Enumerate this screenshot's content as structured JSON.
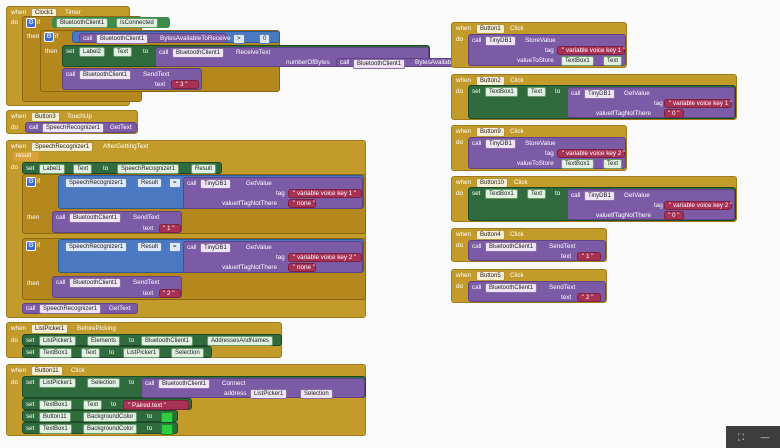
{
  "blocks": {
    "timer": {
      "when": "when",
      "component": "Clock1",
      "event": "Timer",
      "do": "do",
      "if1": "if",
      "call1": "call",
      "bt1": "BluetoothClient1",
      "isconnected": "IsConnected",
      "then1": "then",
      "if2": "if",
      "call2": "call",
      "bt2": "BluetoothClient1",
      "bytesavail": "BytesAvailableToReceive",
      "gt": ">",
      "zero": "0",
      "then2": "then",
      "set": "set",
      "label2": "Label2",
      "textprop": "Text",
      "to": "to",
      "call3": "call",
      "bt3": "BluetoothClient1",
      "receivetext": "ReceiveText",
      "numberofbytes": "numberOfBytes",
      "call4": "call",
      "bt4": "BluetoothClient1",
      "bytesavail2": "BytesAvailableToReceive",
      "call5": "call",
      "bt5": "BluetoothClient1",
      "sendtext": "SendText",
      "text": "text",
      "q3": "3"
    },
    "button3": {
      "when": "when",
      "component": "Button3",
      "event": "TouchUp",
      "do": "do",
      "call": "call",
      "sr": "SpeechRecognizer1",
      "gettext": "GetText"
    },
    "speech": {
      "when": "when",
      "component": "SpeechRecognizer1",
      "event": "AfterGettingText",
      "result": "result",
      "do": "do",
      "set": "set",
      "label1": "Label1",
      "textprop": "Text",
      "to": "to",
      "sr": "SpeechRecognizer1",
      "resultprop": "Result",
      "if1": "if",
      "sr1": "SpeechRecognizer1",
      "result1": "Result",
      "eq1": "=",
      "call1": "call",
      "tiny1": "TinyDB1",
      "getvalue1": "GetValue",
      "tag1": "tag",
      "tagval1": "variable voice key 1",
      "notthere1": "valueIfTagNotThere",
      "none1": "none",
      "then1": "then",
      "call2": "call",
      "bt1": "BluetoothClient1",
      "sendtext1": "SendText",
      "text1": "text",
      "q1": "1",
      "if2": "if",
      "sr2": "SpeechRecognizer1",
      "result2": "Result",
      "eq2": "=",
      "call3": "call",
      "tiny2": "TinyDB1",
      "getvalue2": "GetValue",
      "tag2": "tag",
      "tagval2": "variable voice key 2",
      "notthere2": "valueIfTagNotThere",
      "none2": "none",
      "then2": "then",
      "call4": "call",
      "bt2": "BluetoothClient1",
      "sendtext2": "SendText",
      "text2": "text",
      "q2": "2",
      "call5": "call",
      "sr5": "SpeechRecognizer1",
      "gettext": "GetText"
    },
    "listpicker": {
      "when": "when",
      "component": "ListPicker1",
      "event": "BeforePicking",
      "do": "do",
      "set1": "set",
      "lp1": "ListPicker1",
      "elements": "Elements",
      "to1": "to",
      "bt": "BluetoothClient1",
      "addr": "AddressesAndNames",
      "set2": "set",
      "tb1": "TextBox1",
      "textprop": "Text",
      "to2": "to",
      "lp2": "ListPicker1",
      "selection": "Selection"
    },
    "button11": {
      "when": "when",
      "component": "Button11",
      "event": "Click",
      "do": "do",
      "set1": "set",
      "lp": "ListPicker1",
      "selection1": "Selection",
      "to1": "to",
      "call": "call",
      "bt": "BluetoothClient1",
      "connect": "Connect",
      "address": "address",
      "lp2": "ListPicker1",
      "selection2": "Selection",
      "set2": "set",
      "textbox": "TextBox1",
      "textprop": "Text",
      "to2": "to",
      "paired": "Paired.text",
      "set3": "set",
      "btn": "Button11",
      "bg1": "BackgroundColor",
      "to3": "to",
      "set4": "set",
      "textbox2": "TextBox1",
      "bg2": "BackgroundColor",
      "to4": "to"
    },
    "button1": {
      "when": "when",
      "component": "Button1",
      "event": "Click",
      "do": "do",
      "call": "call",
      "tiny": "TinyDB1",
      "store": "StoreValue",
      "tag": "tag",
      "tagval": "variable voice key 1",
      "valuetostore": "valueToStore",
      "tb": "TextBox1",
      "textprop": "Text"
    },
    "button2": {
      "when": "when",
      "component": "Button2",
      "event": "Click",
      "do": "do",
      "set": "set",
      "tb": "TextBox1",
      "textprop": "Text",
      "to": "to",
      "call": "call",
      "tiny": "TinyDB1",
      "getvalue": "GetValue",
      "tag": "tag",
      "tagval": "variable voice key 1",
      "notthere": "valueIfTagNotThere",
      "zero": "0"
    },
    "button9": {
      "when": "when",
      "component": "Button9",
      "event": "Click",
      "do": "do",
      "call": "call",
      "tiny": "TinyDB1",
      "store": "StoreValue",
      "tag": "tag",
      "tagval": "variable voice key 2",
      "valuetostore": "valueToStore",
      "tb": "TextBox1",
      "textprop": "Text"
    },
    "button10": {
      "when": "when",
      "component": "Button10",
      "event": "Click",
      "do": "do",
      "set": "set",
      "tb": "TextBox1",
      "textprop": "Text",
      "to": "to",
      "call": "call",
      "tiny": "TinyDB1",
      "getvalue": "GetValue",
      "tag": "tag",
      "tagval": "variable voice key 2",
      "notthere": "valueIfTagNotThere",
      "zero": "0"
    },
    "button4": {
      "when": "when",
      "component": "Button4",
      "event": "Click",
      "do": "do",
      "call": "call",
      "bt": "BluetoothClient1",
      "sendtext": "SendText",
      "text": "text",
      "q": "1"
    },
    "button5": {
      "when": "when",
      "component": "Button5",
      "event": "Click",
      "do": "do",
      "call": "call",
      "bt": "BluetoothClient1",
      "sendtext": "SendText",
      "text": "text",
      "q": "2"
    }
  },
  "colors": {
    "event": "#c39b2a",
    "procedure": "#7b5aa6",
    "setter": "#2f6b3d",
    "logic": "#4a79c2",
    "text": "#a83256",
    "swatch": "#2ecc40"
  },
  "corner_icons": [
    "fullscreen-icon",
    "minimize-icon"
  ]
}
